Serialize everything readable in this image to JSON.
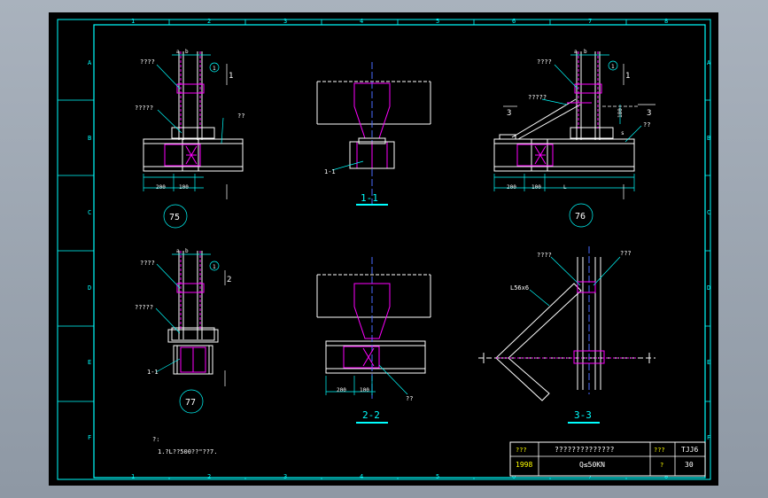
{
  "grid": {
    "top": [
      "1",
      "2",
      "3",
      "4",
      "5",
      "6",
      "7",
      "8"
    ],
    "bottom": [
      "1",
      "2",
      "3",
      "4",
      "5",
      "6",
      "7",
      "8"
    ],
    "left": [
      "A",
      "B",
      "C",
      "D",
      "E",
      "F"
    ],
    "right": [
      "A",
      "B",
      "C",
      "D",
      "E",
      "F"
    ]
  },
  "colors": {
    "paper": "#000000",
    "frame": "#00ffff",
    "structure": "#ffffff",
    "detail": "#ff00ff",
    "text": "#ffff00",
    "centerline": "#4a6cff"
  },
  "views": {
    "d75": {
      "num": "75",
      "callout1": "????",
      "callout2": "?????",
      "callout3": "??",
      "dim_b": "b",
      "dim_a": "a",
      "circle_num": "1",
      "dim_200": "200",
      "dim_100": "100",
      "sec": "1"
    },
    "d76": {
      "num": "76",
      "callout1": "????",
      "callout2": "?????",
      "callout3": "??",
      "dim_b": "b",
      "dim_a": "a",
      "circle_num": "1",
      "dim_200": "200",
      "dim_100": "100",
      "dim_L": "L",
      "sec3a": "3",
      "sec3b": "3",
      "dim_180": "180",
      "dim_s": "s",
      "sec": "1"
    },
    "d77": {
      "num": "77",
      "callout1": "????",
      "callout2": "?????",
      "callout3": "1-1",
      "dim_b": "b",
      "dim_a": "a",
      "circle_num": "1",
      "sec": "2"
    },
    "s11": {
      "title": "1-1",
      "callout": "1-1"
    },
    "s22": {
      "title": "2-2",
      "dim_200": "200",
      "dim_100": "100",
      "callout": "??"
    },
    "s33": {
      "title": "3-3",
      "callout1": "????",
      "callout2": "???",
      "angle": "L56x6"
    }
  },
  "notes": {
    "title": "?:",
    "line1": "1.?L??500??\"??7."
  },
  "title_block": {
    "label_a": "???",
    "year": "1998",
    "name": "??????????????",
    "load": "Q≤50KN",
    "label_b": "???",
    "label_c": "?",
    "code": "TJJ6",
    "page": "30"
  }
}
